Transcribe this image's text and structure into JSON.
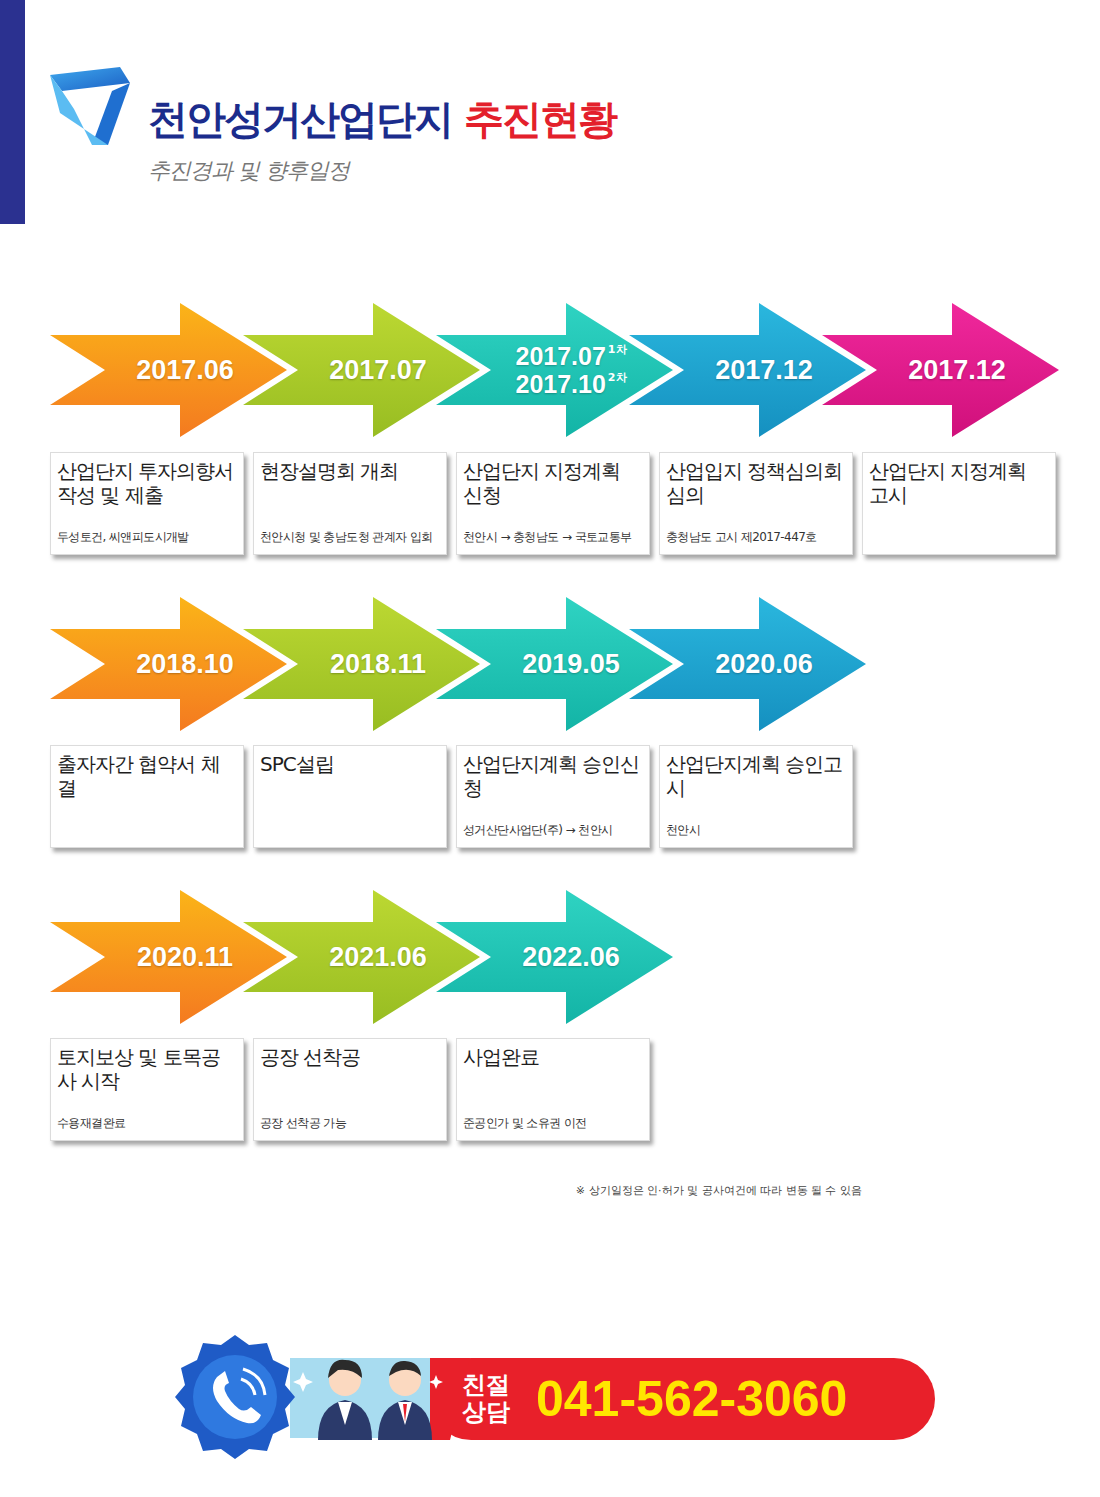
{
  "diagram": {
    "title": "천안성거산업단지",
    "caption": "추진경과 및 향후일정",
    "nodes": [
      {
        "text": [
          "2017.06"
        ]
      },
      {
        "text": [
          "산업단지 투자의향서 작성 및 제출",
          "두성토건, 씨앤피도시개발"
        ]
      },
      {
        "text": [
          "2017.07"
        ]
      },
      {
        "text": [
          "현장설명회 개최",
          "천안시청 및 충남도청 관계자 입회"
        ]
      },
      {
        "text": [
          "2017.07",
          "1차",
          "2017.10",
          "2차"
        ]
      },
      {
        "text": [
          "산업단지 지정계획 신청",
          "천안시 → 충청남도 → 국토교통부"
        ]
      },
      {
        "text": [
          "2017.12"
        ]
      },
      {
        "text": [
          "산업입지 정책심의회 심의",
          "충청남도 고시 제2017-447호"
        ]
      },
      {
        "text": [
          "2017.12"
        ]
      },
      {
        "text": [
          "산업단지 지정계획 고시"
        ]
      },
      {
        "text": [
          "2018.10"
        ]
      },
      {
        "text": [
          "출자자간 협약서 체결"
        ]
      },
      {
        "text": [
          "2018.11"
        ]
      },
      {
        "text": [
          "SPC설립"
        ]
      },
      {
        "text": [
          "2019.05"
        ]
      },
      {
        "text": [
          "산업단지계획 승인신청",
          "성거산단사업단(주) → 천안시"
        ]
      },
      {
        "text": [
          "2020.06"
        ]
      },
      {
        "text": [
          "산업단지계획 승인고시",
          "천안시"
        ]
      },
      {
        "text": [
          "2020.11"
        ]
      },
      {
        "text": [
          "토지보상 및 토목공사 시작",
          "수용재결완료"
        ]
      },
      {
        "text": [
          "2021.06"
        ]
      },
      {
        "text": [
          "공장 선착공",
          "공장 선착공 가능"
        ]
      },
      {
        "text": [
          "2022.06"
        ]
      },
      {
        "text": [
          "사업완료",
          "준공인가 및 소유권 이전"
        ]
      },
      {
        "text": [
          "친절 상담",
          "041-562-3060"
        ]
      }
    ],
    "labels": [
      "추진현황",
      "※ 상기일정은 인·허가 및 공사여건에 따라 변동 될 수 있음"
    ]
  }
}
